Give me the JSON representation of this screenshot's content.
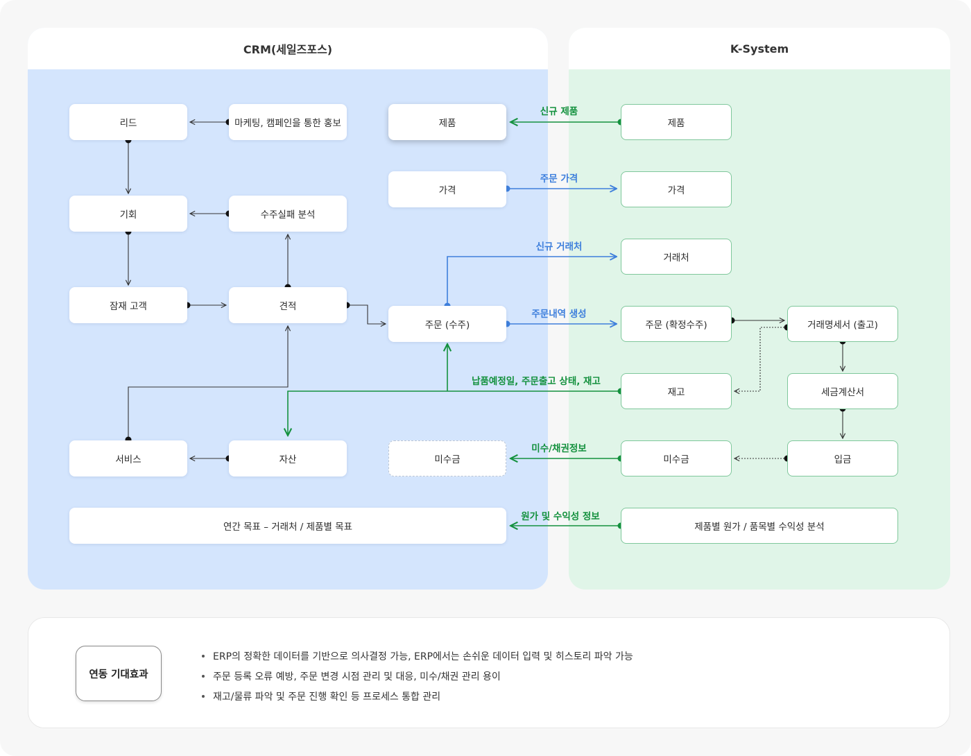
{
  "panels": {
    "crm_title": "CRM(세일즈포스)",
    "ks_title": "K-System"
  },
  "nodes": {
    "lead": "리드",
    "marketing": "마케팅, 캠페인을 통한 홍보",
    "crm_product": "제품",
    "opportunity": "기회",
    "lost_analysis": "수주실패 분석",
    "crm_price": "가격",
    "prospect": "잠재 고객",
    "quote": "견적",
    "crm_order": "주문 (수주)",
    "service": "서비스",
    "asset": "자산",
    "crm_receivable": "미수금",
    "annual_goal": "연간 목표 – 거래처 / 제품별 목표",
    "ks_product": "제품",
    "ks_price": "가격",
    "ks_account": "거래처",
    "ks_order": "주문 (확정수주)",
    "statement": "거래명세서 (출고)",
    "ks_inventory": "재고",
    "tax_invoice": "세금계산서",
    "ks_receivable": "미수금",
    "deposit": "입금",
    "cost_analysis": "제품별 원가 / 품목별 수익성 분석"
  },
  "edge_labels": {
    "new_product": "신규 제품",
    "order_price": "주문 가격",
    "new_account": "신규 거래처",
    "order_create": "주문내역 생성",
    "delivery_status": "납품예정일, 주문출고 상태, 재고",
    "receivable_info": "미수/채권정보",
    "cost_info": "원가 및 수익성 정보"
  },
  "colors": {
    "crm_bg": "#d4e5fd",
    "ks_bg": "#e0f5e8",
    "green": "#14913e",
    "blue": "#3e7fdc",
    "dark": "#333333"
  },
  "benefits": {
    "title": "연동 기대효과",
    "items": [
      "ERP의 정확한 데이터를 기반으로 의사결정 가능, ERP에서는 손쉬운 데이터 입력 및 히스토리 파악 가능",
      "주문 등록 오류 예방, 주문 변경 시점 관리 및 대응, 미수/채권 관리 용이",
      "재고/물류 파악 및 주문 진행 확인 등 프로세스 통합 관리"
    ]
  }
}
